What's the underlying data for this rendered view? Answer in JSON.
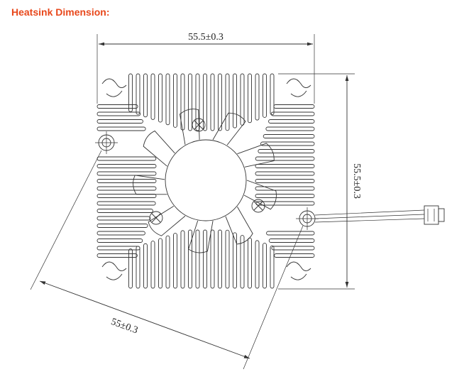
{
  "heading": "Heatsink Dimension:",
  "dimensions": {
    "width": "55.5±0.3",
    "height": "55.5±0.3",
    "hole_spacing": "55±0.3"
  },
  "colors": {
    "heading": "#e8481c",
    "line": "#333333"
  }
}
